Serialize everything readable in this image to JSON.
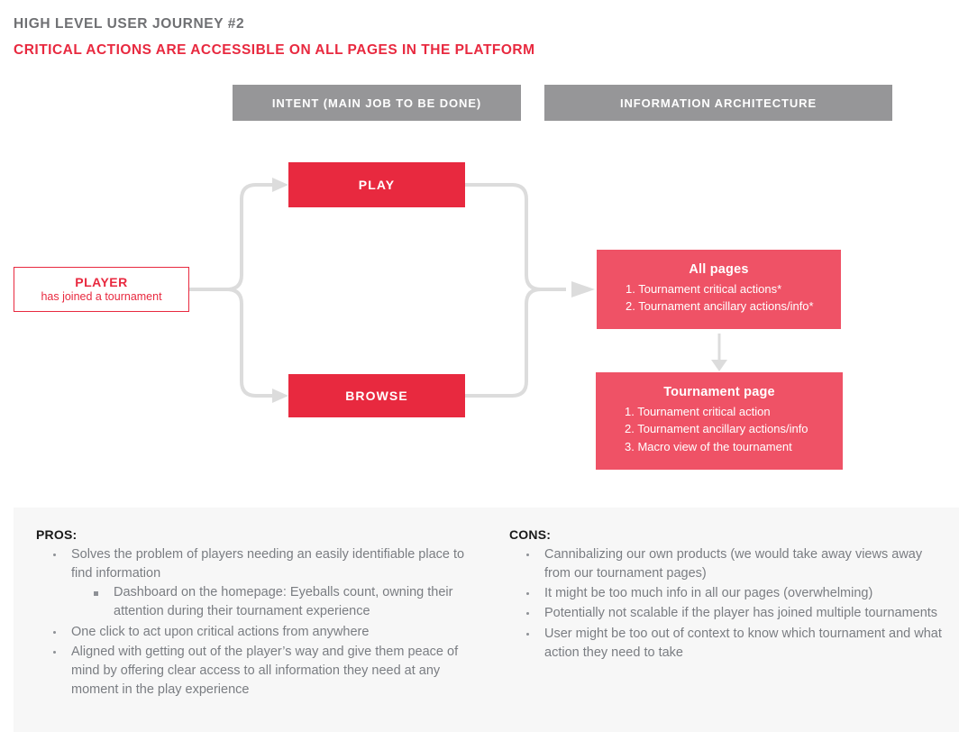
{
  "title": {
    "kicker": "HIGH LEVEL USER JOURNEY #2",
    "headline": "CRITICAL ACTIONS ARE ACCESSIBLE ON ALL PAGES IN THE PLATFORM"
  },
  "column_headers": {
    "intent": "INTENT (MAIN JOB TO BE DONE)",
    "information_architecture": "INFORMATION ARCHITECTURE"
  },
  "diagram": {
    "player": {
      "title": "PLAYER",
      "subtitle": "has joined a tournament"
    },
    "actions": {
      "play": "PLAY",
      "browse": "BROWSE"
    },
    "all_pages": {
      "title": "All pages",
      "items": [
        "1. Tournament critical actions*",
        "2. Tournament ancillary actions/info*"
      ]
    },
    "tournament_page": {
      "title": "Tournament page",
      "items": [
        "1. Tournament critical action",
        "2. Tournament ancillary actions/info",
        "3. Macro view of the tournament"
      ]
    }
  },
  "pros": {
    "heading": "PROS:",
    "items": [
      "Solves the problem of players needing an easily identifiable place to find information",
      "One click to act upon critical actions from anywhere",
      "Aligned with getting out of the player’s way and give them peace of mind by offering clear access to all information they need at any moment in the play experience"
    ],
    "subitems": [
      "Dashboard on the homepage: Eyeballs count, owning their attention during their tournament experience"
    ]
  },
  "cons": {
    "heading": "CONS:",
    "items": [
      "Cannibalizing our own products (we would take away views away from our tournament pages)",
      "It might be too much info in all our pages (overwhelming)",
      "Potentially not scalable if the player has joined multiple tournaments",
      "User might be too out of context to know which tournament and what action they need to take"
    ]
  },
  "colors": {
    "brand_red": "#E8293F",
    "panel_pink": "#EF5266",
    "header_gray": "#969698",
    "connector_gray": "#DCDCDC",
    "body_gray": "#7A7D82",
    "panel_bg": "#F7F7F7"
  }
}
